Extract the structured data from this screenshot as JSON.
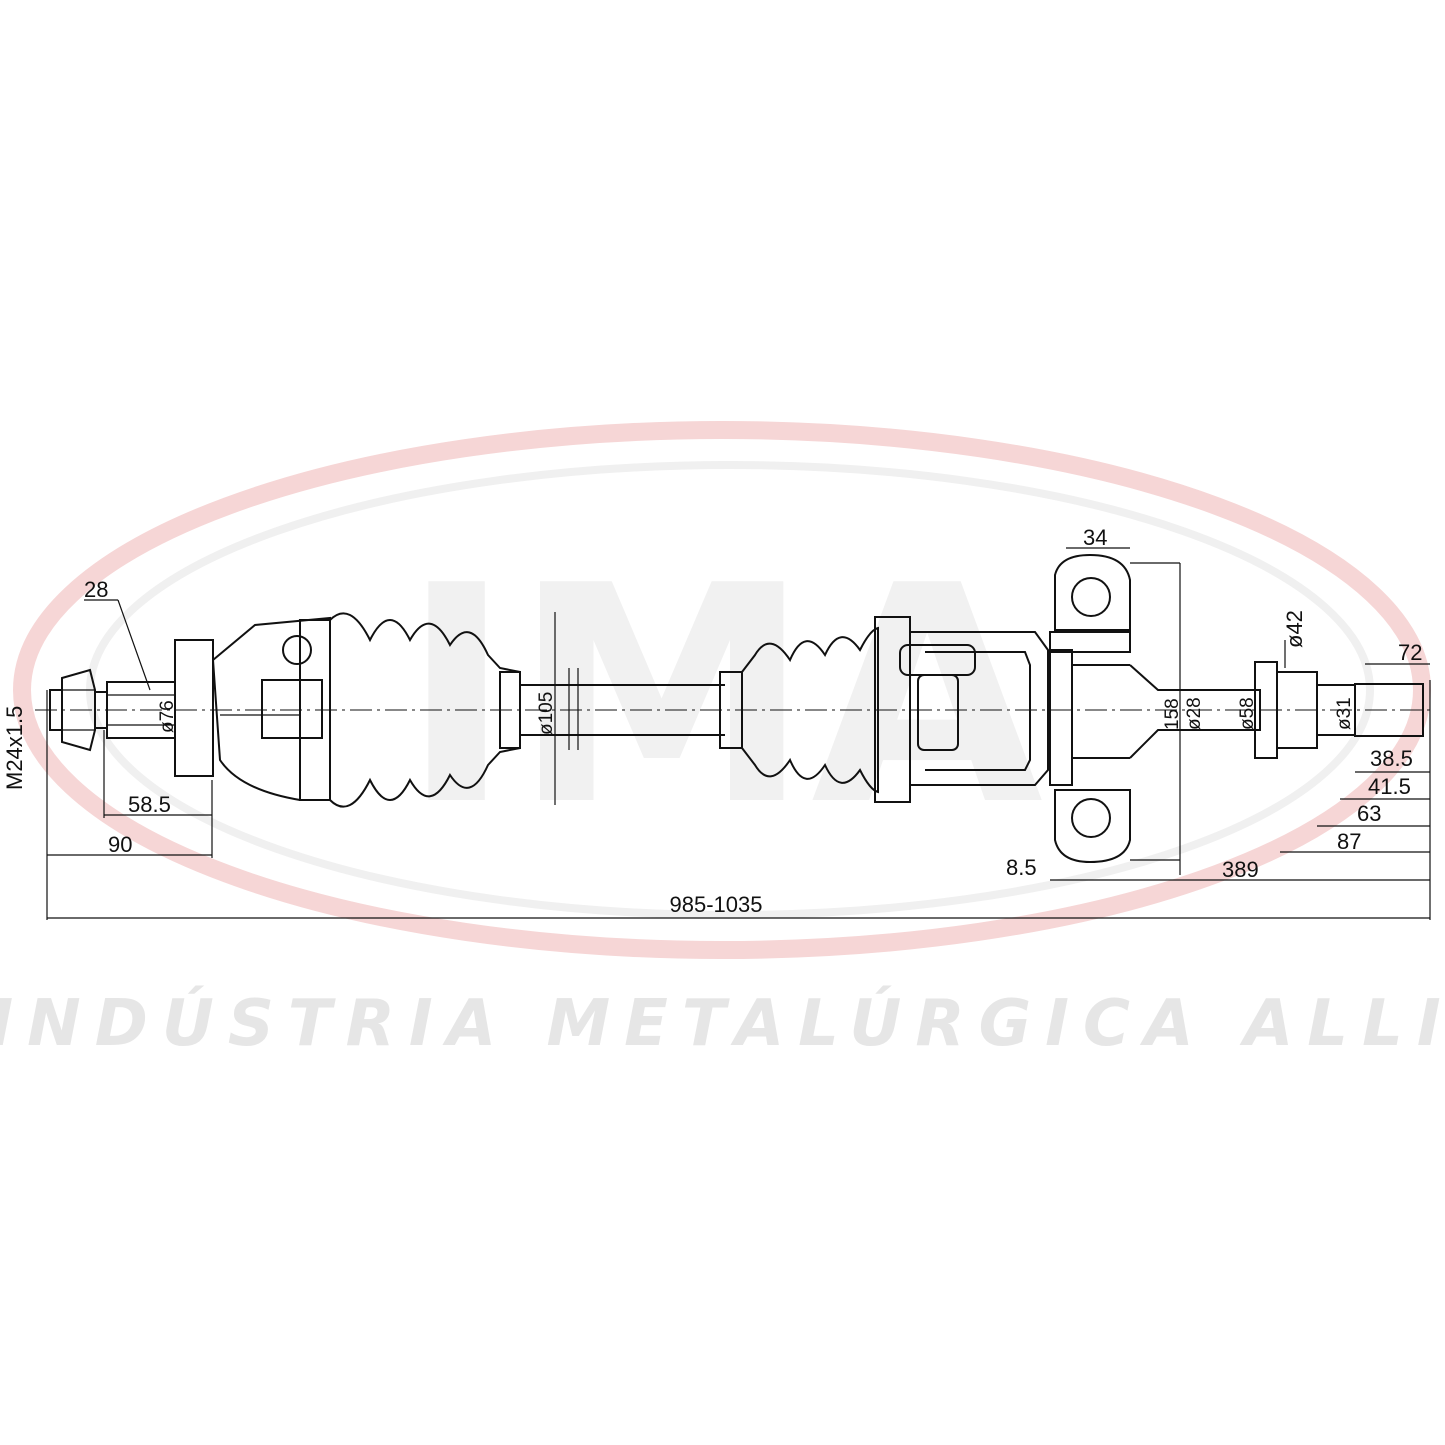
{
  "brand": {
    "logo_text": "IMA",
    "tagline": "INDÚSTRIA METALÚRGICA ALLI",
    "colors": {
      "ellipse": "#f3c2c2",
      "watermark": "#e6e6e6",
      "line": "#111111"
    }
  },
  "dimensions": {
    "thread": "M24x1.5",
    "d28_left": "28",
    "d76": "ø76",
    "l58_5": "58.5",
    "l90": "90",
    "d105": "ø105",
    "l34": "34",
    "d42": "ø42",
    "l72": "72",
    "d158": "158",
    "d28_right": "ø28",
    "d58": "ø58",
    "d31": "ø31",
    "l38_5": "38.5",
    "l41_5": "41.5",
    "l63": "63",
    "l87": "87",
    "l8_5": "8.5",
    "l389": "389",
    "total": "985-1035"
  }
}
